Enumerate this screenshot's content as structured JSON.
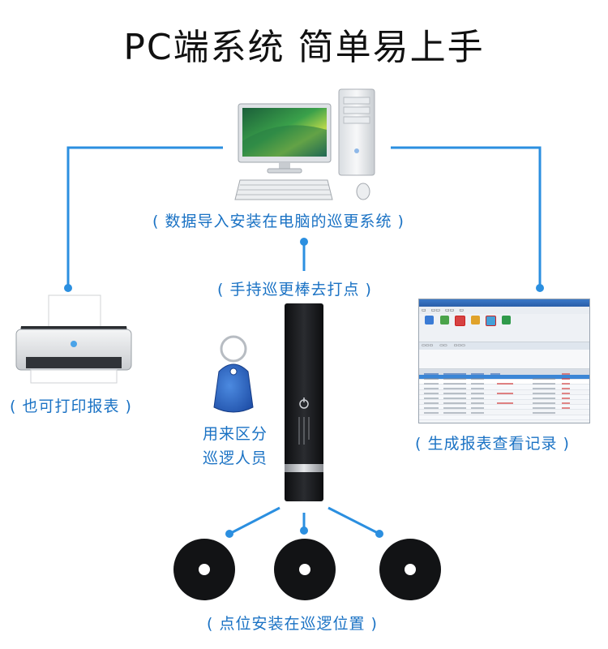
{
  "title": "PC端系统  简单易上手",
  "captions": {
    "computer": "( 数据导入安装在电脑的巡更系统 )",
    "patrol_stick": "( 手持巡更棒去打点 )",
    "printer": "( 也可打印报表 )",
    "records": "( 生成报表查看记录 )",
    "checkpoints": "( 点位安装在巡逻位置 )"
  },
  "keyfob_label": [
    "用来区分",
    "巡逻人员"
  ],
  "colors": {
    "accent": "#1a72c4",
    "connector": "#2b8fe0",
    "title": "#111111"
  },
  "icons": [
    "desktop-computer-icon",
    "printer-icon",
    "software-window-icon",
    "patrol-stick-icon",
    "rfid-keyfob-icon",
    "checkpoint-disc-icon"
  ]
}
